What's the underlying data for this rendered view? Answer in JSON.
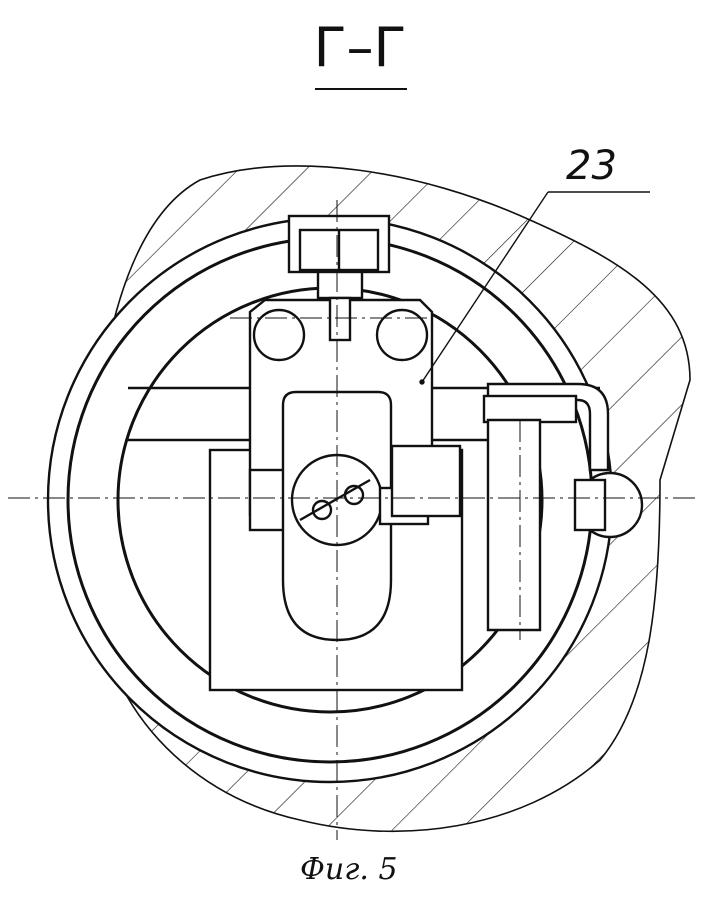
{
  "section": {
    "label": "Г–Г"
  },
  "callout": {
    "number": "23"
  },
  "caption": {
    "text": "Фиг. 5"
  },
  "colors": {
    "line": "#111111",
    "background": "#ffffff"
  }
}
